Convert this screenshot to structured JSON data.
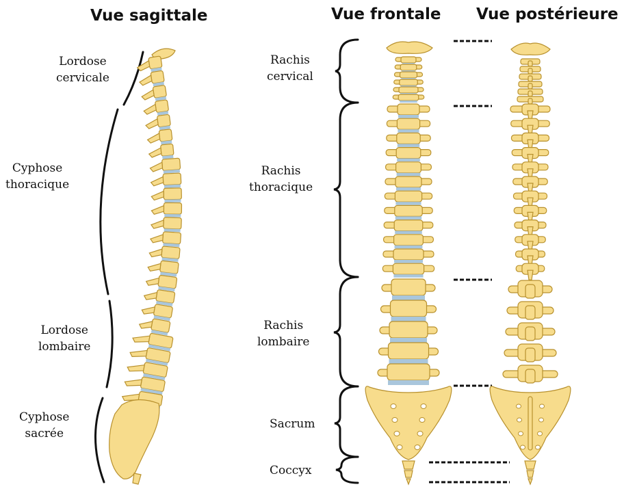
{
  "titles": {
    "sagittal": "Vue sagittale",
    "frontal": "Vue frontale",
    "posterior": "Vue postérieure"
  },
  "sagittal_labels": {
    "cervical": [
      "Lordose",
      "cervicale"
    ],
    "thoracic": [
      "Cyphose",
      "thoracique"
    ],
    "lumbar": [
      "Lordose",
      "lombaire"
    ],
    "sacral": [
      "Cyphose",
      "sacrée"
    ]
  },
  "region_labels": {
    "cervical": [
      "Rachis",
      "cervical"
    ],
    "thoracic": [
      "Rachis",
      "thoracique"
    ],
    "lumbar": [
      "Rachis",
      "lombaire"
    ],
    "sacrum": "Sacrum",
    "coccyx": "Coccyx"
  },
  "colors": {
    "bone": "#f7dc8c",
    "bone_outline": "#b8912e",
    "disc": "#a9c6dc",
    "line": "#111111"
  }
}
